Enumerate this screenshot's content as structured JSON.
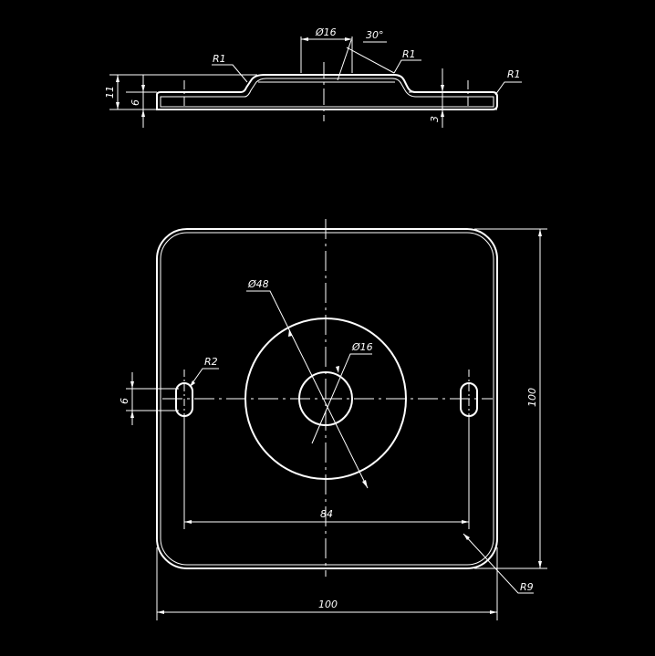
{
  "colors": {
    "background": "#000000",
    "line": "#ffffff"
  },
  "side_view": {
    "dims": {
      "top_diameter": "Ø16",
      "angle": "30°",
      "radius_left": "R1",
      "radius_middle": "R1",
      "radius_right": "R1",
      "total_height": "11",
      "mid_height": "6",
      "thickness": "3"
    }
  },
  "top_view": {
    "dims": {
      "outer_diameter": "Ø48",
      "inner_diameter": "Ø16",
      "slot_radius": "R2",
      "slot_width": "6",
      "slot_spacing": "84",
      "height": "100",
      "width": "100",
      "corner_radius": "R9"
    }
  }
}
